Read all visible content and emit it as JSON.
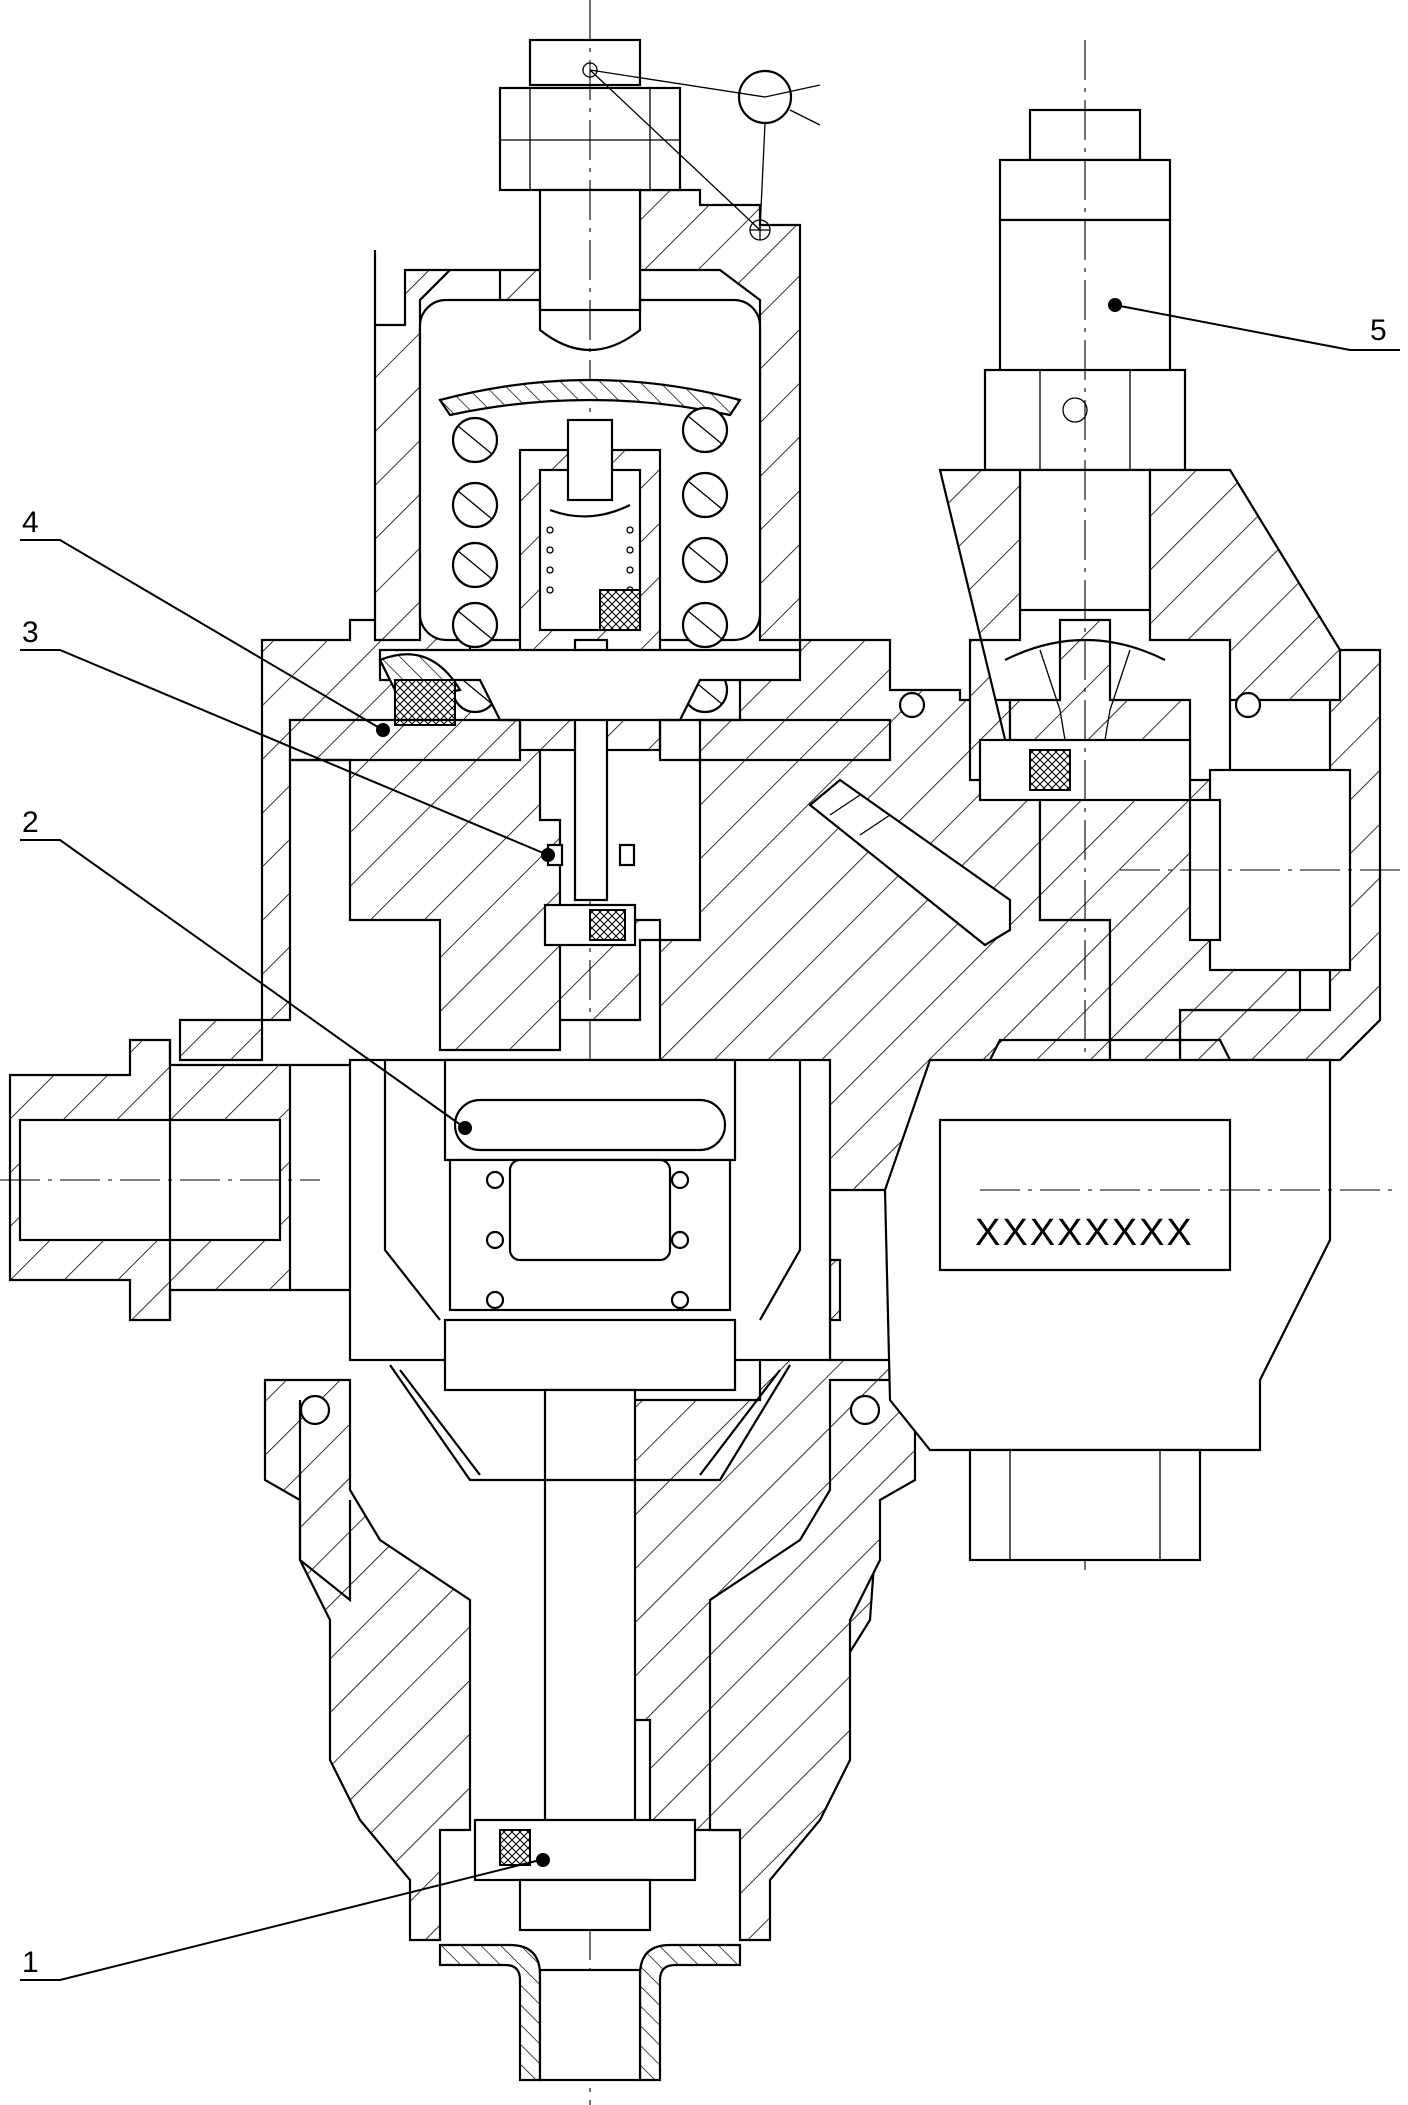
{
  "callouts": {
    "c1": "1",
    "c2": "2",
    "c3": "3",
    "c4": "4",
    "c5": "5"
  },
  "marking_text": "XXXXXXXX"
}
